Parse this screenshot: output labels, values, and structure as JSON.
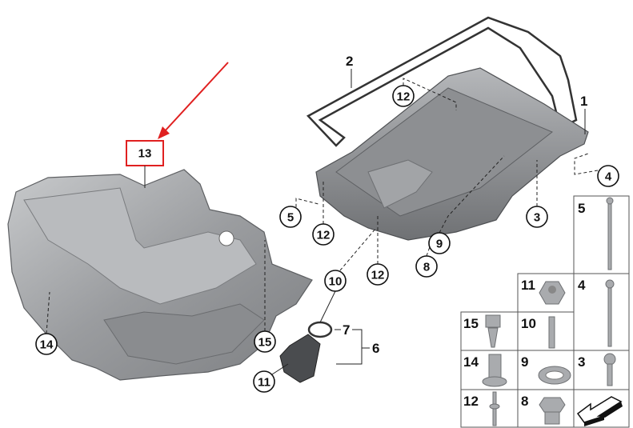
{
  "diagram": {
    "labels": {
      "pan_label": "1",
      "gasket_label": "2",
      "guard_label": "13",
      "sensor_group_label": "7",
      "sensor_assembly_label": "6"
    },
    "callouts": [
      "12",
      "5",
      "12",
      "12",
      "3",
      "4",
      "9",
      "8",
      "10",
      "15",
      "14",
      "11"
    ],
    "highlight": {
      "target": "13",
      "color": "#e02020"
    },
    "parts_grid": [
      {
        "number": "5"
      },
      {
        "number": "11"
      },
      {
        "number": "4"
      },
      {
        "number": "15"
      },
      {
        "number": "10"
      },
      {
        "number": "14"
      },
      {
        "number": "9"
      },
      {
        "number": "3"
      },
      {
        "number": "12"
      },
      {
        "number": "8"
      }
    ]
  }
}
